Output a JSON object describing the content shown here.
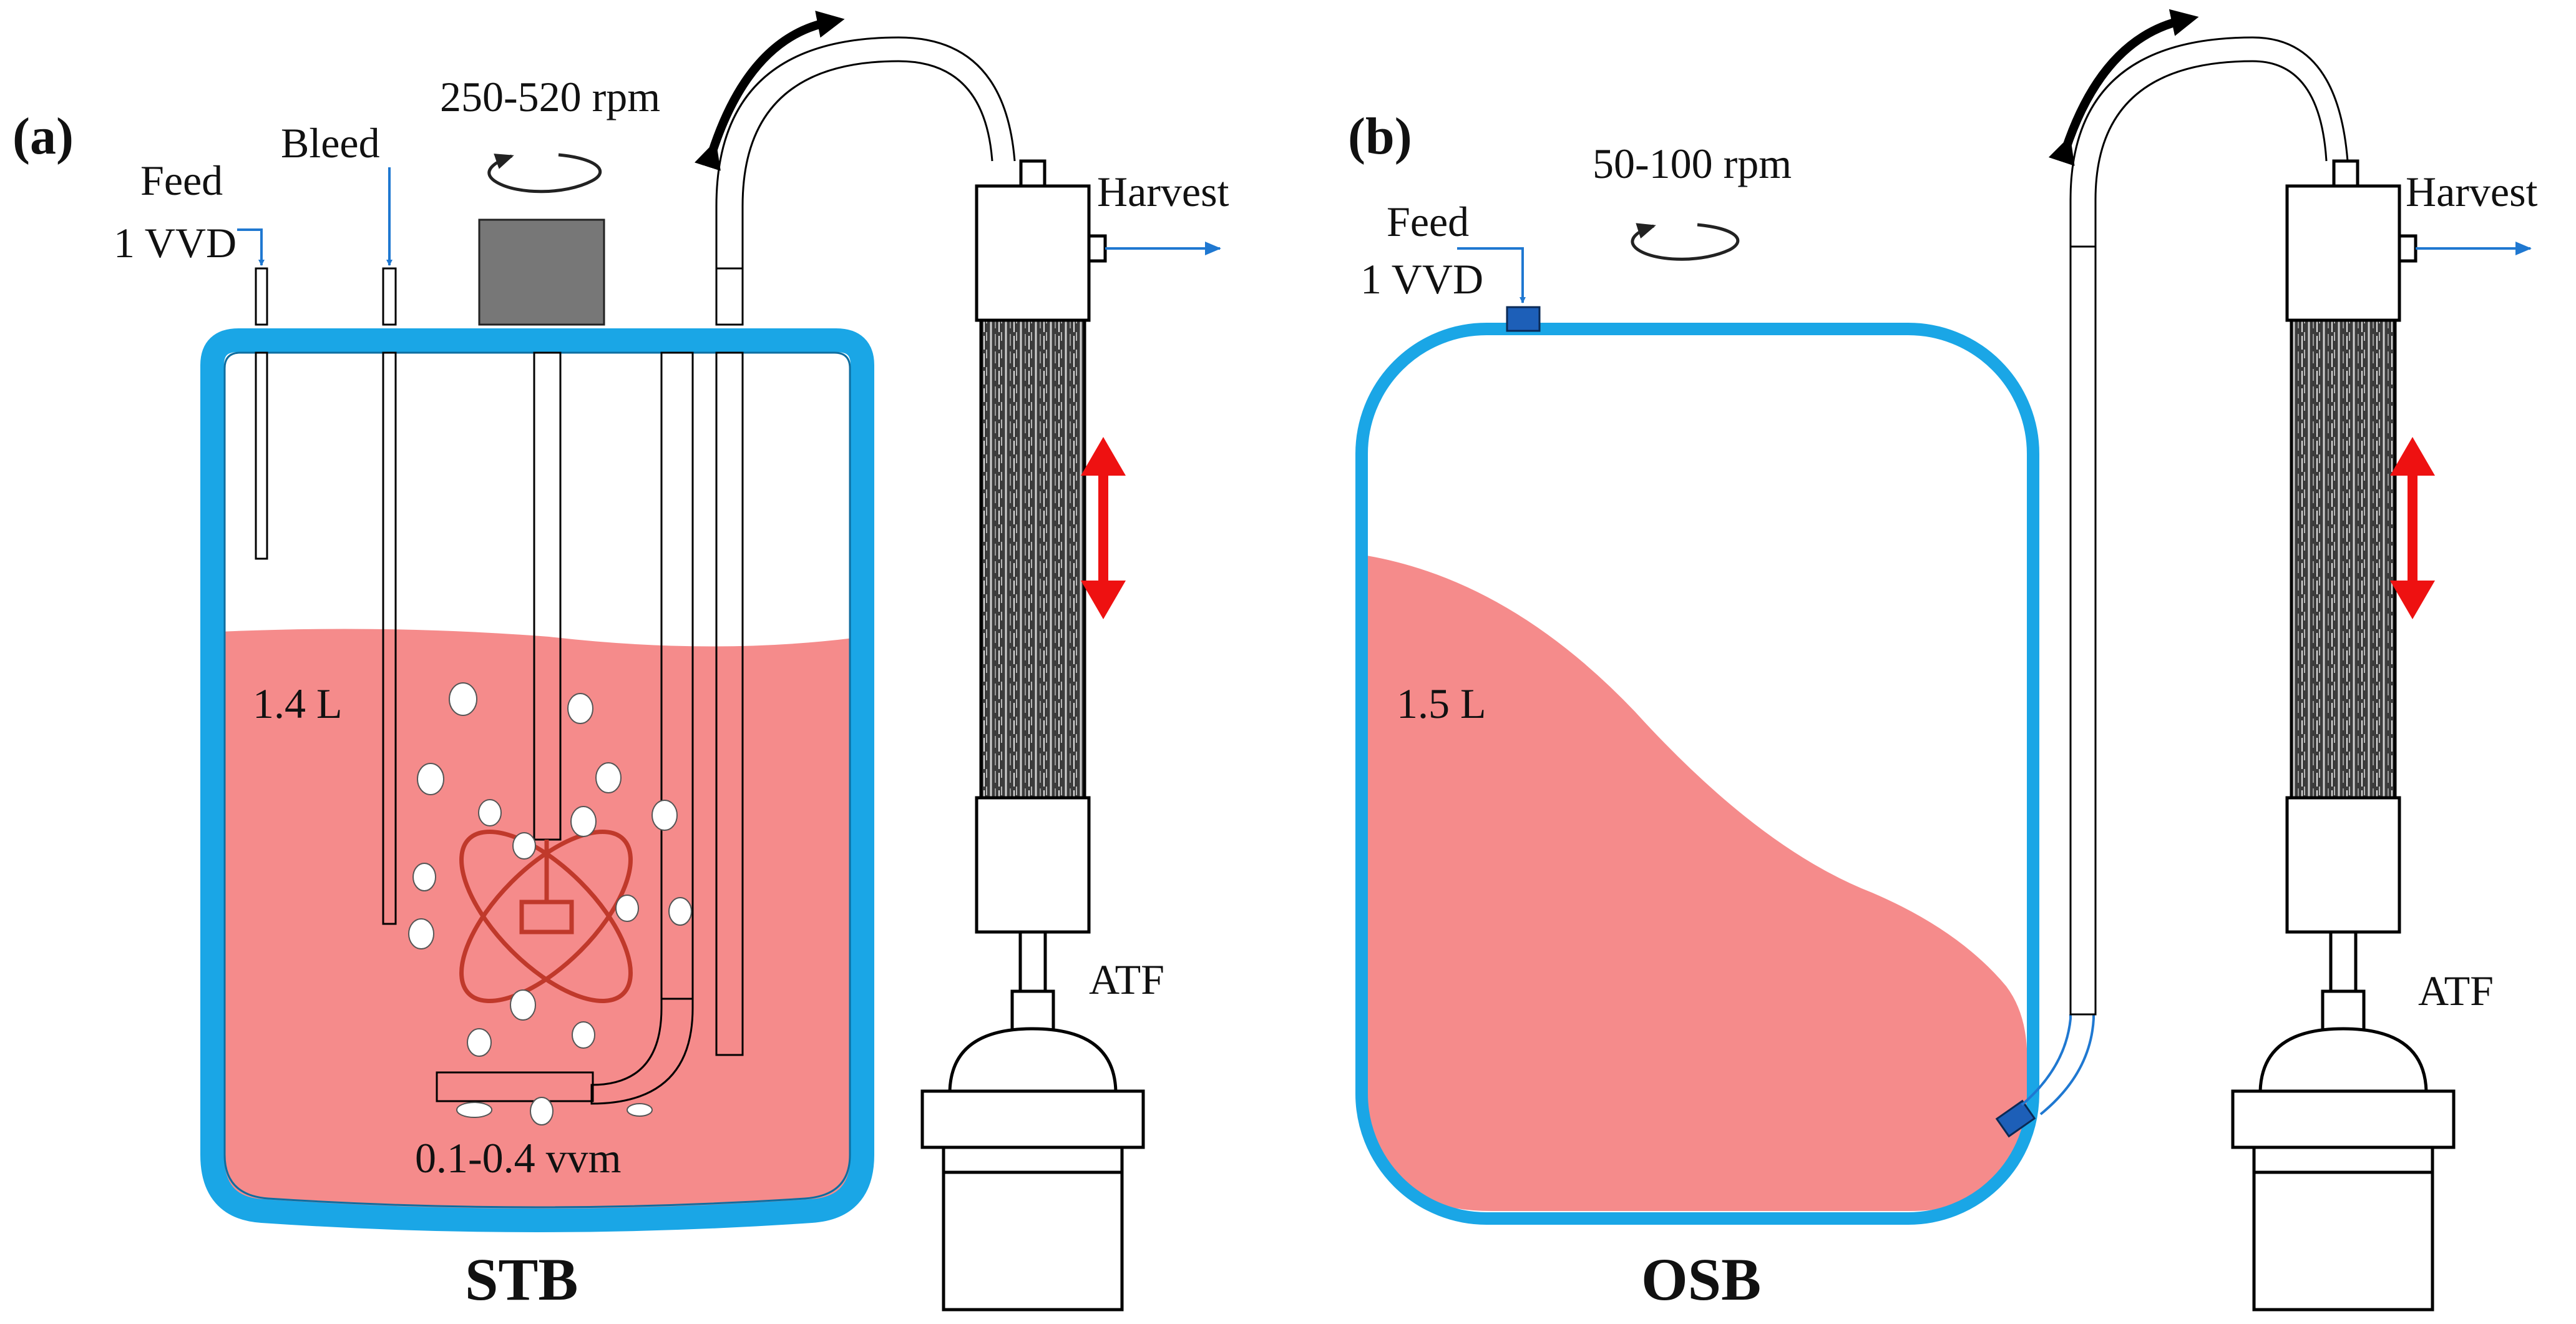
{
  "panels": {
    "a": {
      "tag": "(a)",
      "title": "STB",
      "feed_label": "Feed",
      "feed_rate": "1 VVD",
      "bleed_label": "Bleed",
      "agitation": "250-520 rpm",
      "volume": "1.4 L",
      "sparge": "0.1-0.4 vvm",
      "harvest_label": "Harvest",
      "atf_label": "ATF"
    },
    "b": {
      "tag": "(b)",
      "title": "OSB",
      "feed_label": "Feed",
      "feed_rate": "1 VVD",
      "agitation": "50-100 rpm",
      "volume": "1.5 L",
      "harvest_label": "Harvest",
      "atf_label": "ATF"
    }
  },
  "colors": {
    "vessel_wall": "#1aa6e6",
    "broth": "#f58b8b",
    "impeller": "#c0392b",
    "feed_line": "#1f78d1",
    "motor": "#777777",
    "filter_membrane": "#555555",
    "flow_arrow": "#ee1111",
    "port_block": "#1d5fb8"
  },
  "icons": {
    "rotation": "clockwise-arrow-icon",
    "pump_stroke": "double-headed-arrow-icon",
    "tubing_flow": "curved-arrow-icon"
  }
}
